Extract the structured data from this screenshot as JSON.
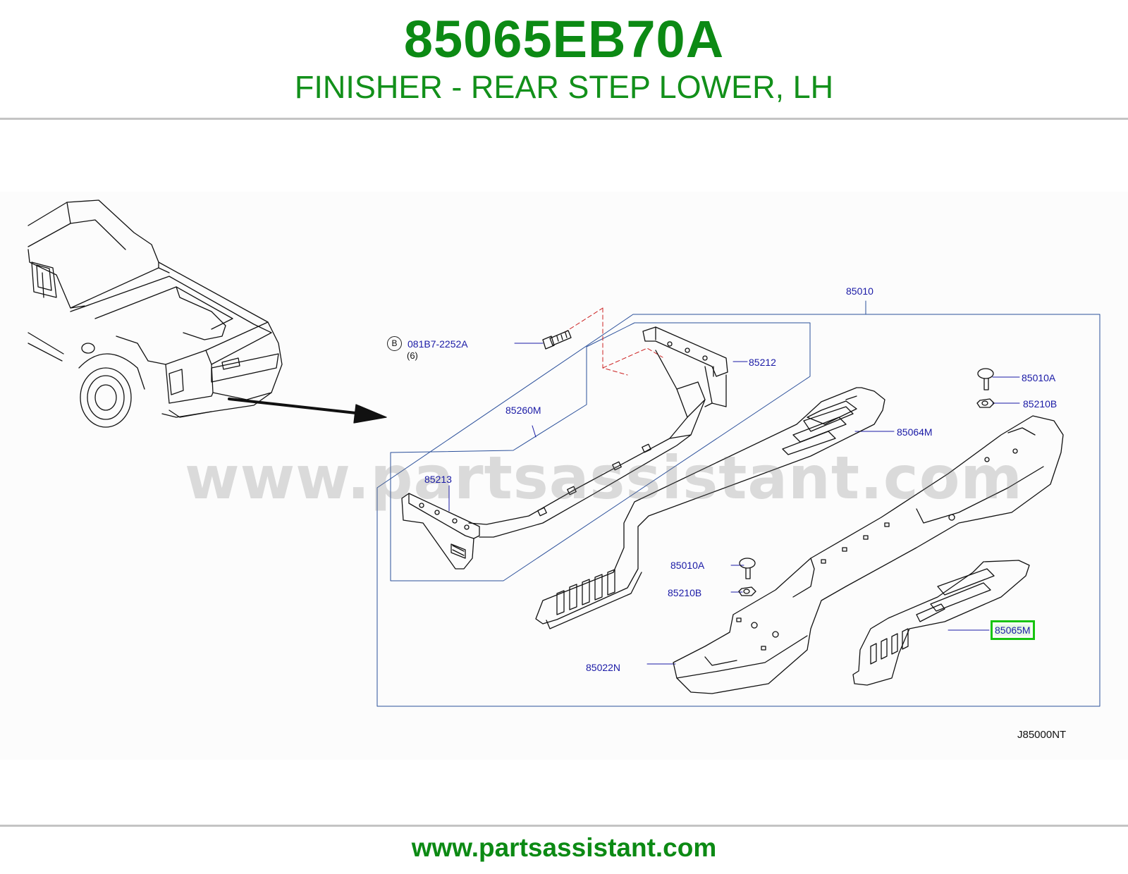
{
  "header": {
    "part_number": "85065EB70A",
    "description": "FINISHER - REAR STEP LOWER, LH"
  },
  "diagram": {
    "code": "J85000NT",
    "watermark": "www.partsassistant.com",
    "bolt_marker": "B",
    "bolt_quantity": "(6)",
    "highlighted_callout": "85065M",
    "callouts": {
      "assembly": "85010",
      "bolt": "081B7-2252A",
      "bracket_rh": "85212",
      "stay_assembly": "85260M",
      "bracket_lh": "85213",
      "upper_step": "85064M",
      "clip_upper": "85010A",
      "nut_upper": "85210B",
      "clip_lower": "85010A",
      "nut_lower": "85210B",
      "lower_step": "85022N",
      "finisher": "85065M"
    },
    "colors": {
      "title_green": "#0c8a14",
      "callout_blue": "#1a1aa6",
      "highlight_green": "#17c40f"
    }
  },
  "footer": {
    "url": "www.partsassistant.com"
  }
}
